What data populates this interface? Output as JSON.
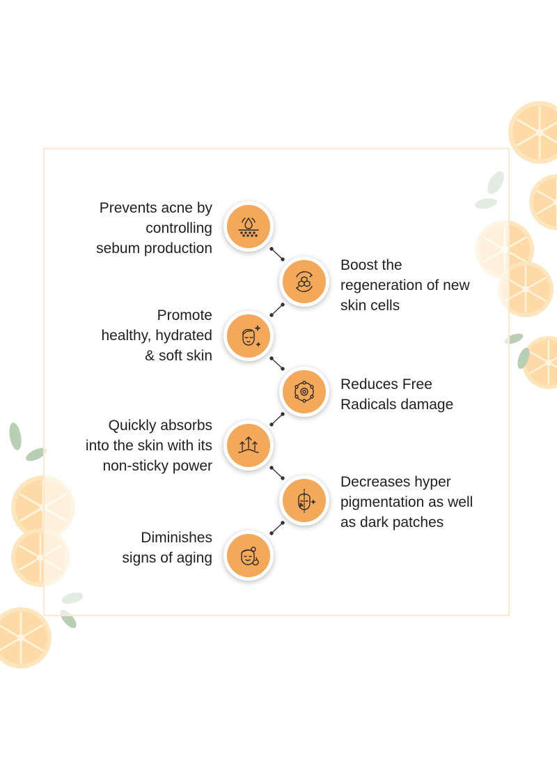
{
  "benefits": [
    {
      "label": "Prevents acne by\ncontrolling\nsebum production",
      "icon": "sebum-drop-icon"
    },
    {
      "label": "Boost the\nregeneration of new\nskin cells",
      "icon": "cell-regeneration-icon"
    },
    {
      "label": "Promote\nhealthy, hydrated\n& soft skin",
      "icon": "glowing-face-icon"
    },
    {
      "label": "Reduces Free\nRadicals damage",
      "icon": "free-radicals-icon"
    },
    {
      "label": "Quickly absorbs\ninto the skin with its\nnon-sticky power",
      "icon": "absorption-arrows-icon"
    },
    {
      "label": "Decreases hyper\npigmentation as well\nas dark patches",
      "icon": "pigmentation-face-icon"
    },
    {
      "label": "Diminishes\nsigns of aging",
      "icon": "anti-aging-face-icon"
    }
  ],
  "colors": {
    "node_fill": "#f4a85a",
    "icon_stroke": "#2a2a2a",
    "frame_border": "#fbe9cf",
    "orange_slice": "#fdd9a0"
  }
}
